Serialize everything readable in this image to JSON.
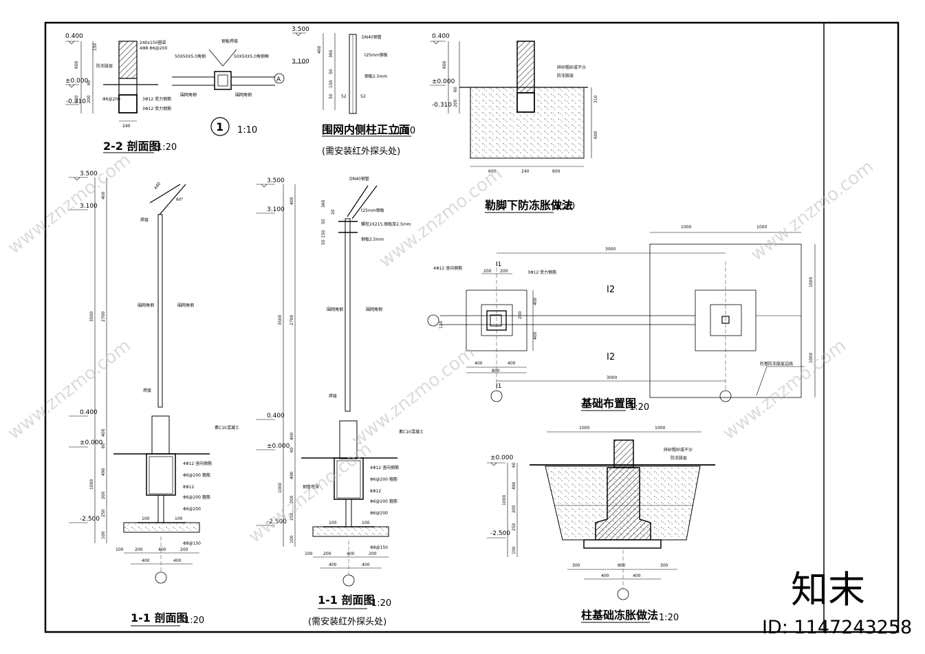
{
  "titles": {
    "sec22": "2-2 剖面图",
    "sec22_scale": "1:20",
    "detail1_scale": "1:10",
    "detail1_no": "1",
    "inner_post": "围网内侧柱正立面",
    "inner_post_scale": "1:10",
    "inner_post_note": "(需安装红外探头处)",
    "wall_frost": "勒脚下防冻胀做法",
    "wall_frost_scale": "1:20",
    "foundation_plan": "基础布置图",
    "foundation_plan_scale": "1:20",
    "sec11_a": "1-1 剖面图",
    "sec11_a_scale": "1:20",
    "sec11_b": "1-1 剖面图",
    "sec11_b_scale": "1:20",
    "sec11_b_note": "(需安装红外探头处)",
    "col_frost": "柱基础冻胀做法",
    "col_frost_scale": "1:20"
  },
  "elevations": {
    "e3500": "3.500",
    "e3100": "3.100",
    "e0400": "0.400",
    "e0000": "±0.000",
    "em2500": "-2.500",
    "em0310": "-0.310"
  },
  "dims": {
    "d150": "150",
    "d600": "600",
    "d120": "120",
    "d60": "60",
    "d200": "200",
    "d240": "240",
    "d400": "400",
    "d360": "360",
    "d50": "50",
    "d52": "52",
    "d310": "310",
    "d2700": "2700",
    "d3500": "3500",
    "d490": "490",
    "d1000": "1000",
    "d250": "250",
    "d100": "100",
    "d800": "800",
    "d3000": "3000",
    "d300": "300",
    "d440": "440",
    "d60deg": "60°",
    "d20": "20"
  },
  "notes": {
    "beam": "240x150圈梁",
    "beam_rebar": "4Φ8 Φ6@200",
    "angle": "50X50X5.0角钢",
    "angle_b": "50X50X5.0角钢框",
    "plate": "钢板焊接",
    "pipe": "DN40钢管",
    "plate25": "t25mm钢板",
    "plate25_b": "钢板2.5mm",
    "bolt": "螺栓2X215,钢板厚2.5mm",
    "sand": "碎砂粗砂或干沙",
    "anti": "防冻胀层",
    "conc": "素C10混凝土",
    "rebar1": "4Φ12 竖向钢筋",
    "rebar2": "Φ6@200 箍筋",
    "rebar3": "8Φ12",
    "rebar4": "Φ8@150",
    "rebar5": "Φ6@200",
    "rebar6": "3Φ12 受力钢筋",
    "net": "围网角钢",
    "netb": "围网角钢",
    "label_i1": "I1",
    "label_i2": "I2",
    "axis_a": "A",
    "layer": "柱基防冻胀层边线",
    "dn40b": "DN40钢管",
    "weld": "焊接",
    "pipe_anchor": "钢管埋深"
  },
  "watermark": {
    "brand": "知末",
    "site": "www.znzmo.com",
    "id": "ID: 1147243258"
  }
}
